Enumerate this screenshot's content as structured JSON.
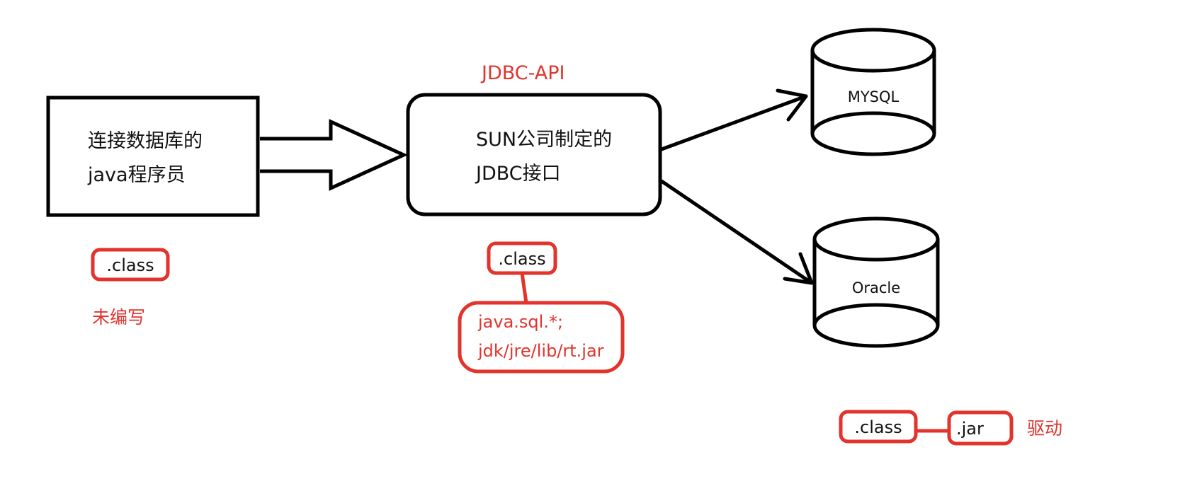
{
  "colors": {
    "ink": "#000000",
    "accent_red": "#e2342d",
    "background": "#ffffff"
  },
  "programmer_box": {
    "line1": "连接数据库的",
    "line2": "java程序员"
  },
  "jdbc_api_label": "JDBC-API",
  "jdbc_box": {
    "line1": "SUN公司制定的",
    "line2": "JDBC接口"
  },
  "programmer_class_tag": ".class",
  "not_written_note": "未编写",
  "jdbc_class_tag": ".class",
  "jdbc_location_box": {
    "line1": "java.sql.*;",
    "line2": "jdk/jre/lib/rt.jar"
  },
  "databases": [
    {
      "name": "MYSQL"
    },
    {
      "name": "Oracle"
    }
  ],
  "driver": {
    "class_tag": ".class",
    "jar_tag": ".jar",
    "label": "驱动"
  }
}
